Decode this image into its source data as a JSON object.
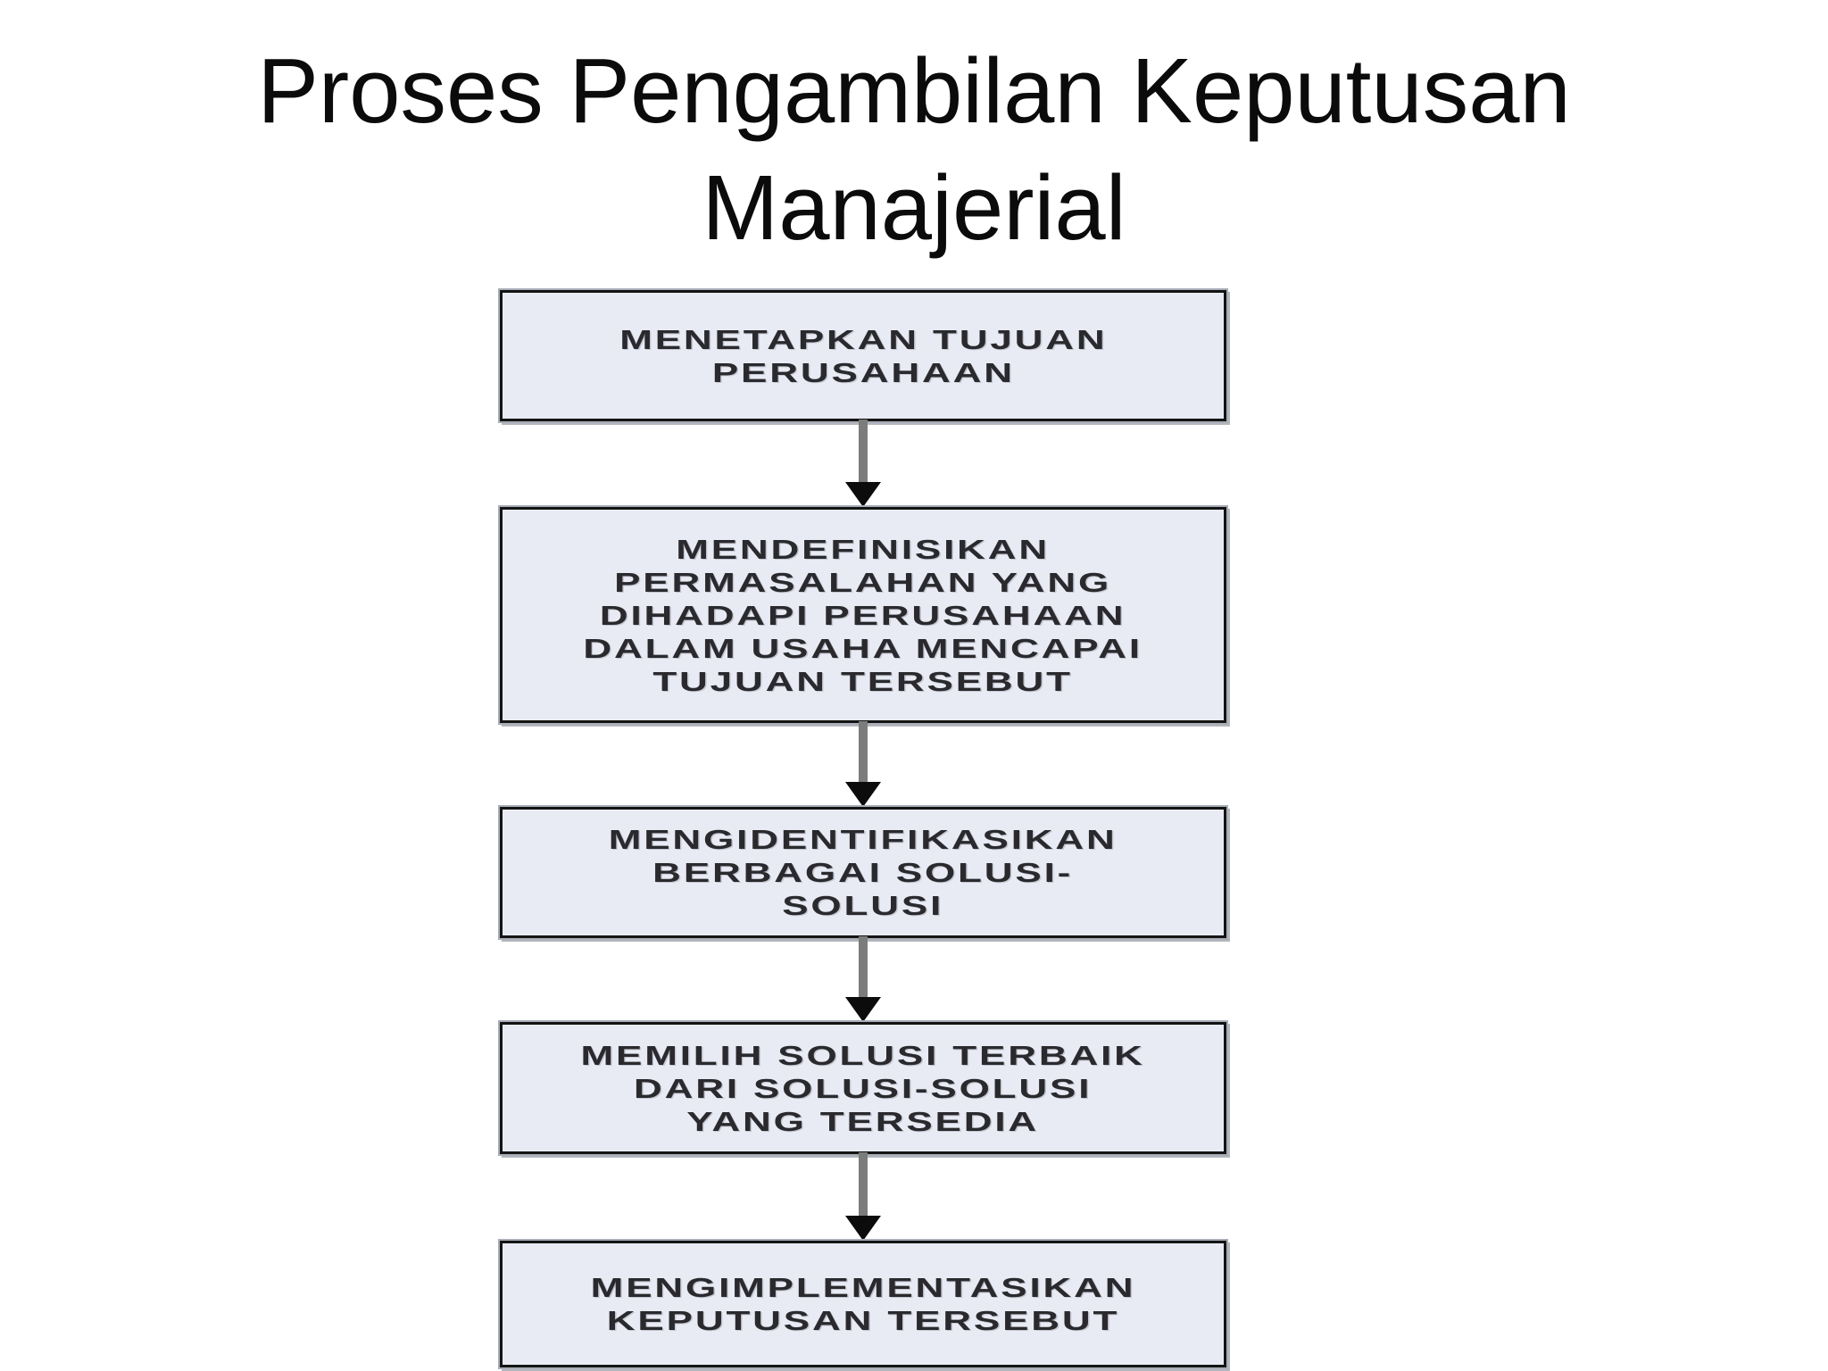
{
  "colors": {
    "page-bg": "#ffffff",
    "title-text": "#0b0b0b",
    "box-fill": "#e8ebf4",
    "box-border": "#141414",
    "box-outline": "#a8adb8",
    "box-text": "#2a2a2e",
    "arrow-stem": "#7c7c7c",
    "arrow-head": "#0c0c0c"
  },
  "slide": {
    "title": "Proses Pengambilan Keputusan\nManajerial"
  },
  "flowchart": {
    "steps": [
      {
        "label": "MENETAPKAN TUJUAN\nPERUSAHAAN"
      },
      {
        "label": "MENDEFINISIKAN\nPERMASALAHAN YANG\nDIHADAPI PERUSAHAAN\nDALAM USAHA MENCAPAI\nTUJUAN TERSEBUT"
      },
      {
        "label": "MENGIDENTIFIKASIKAN\nBERBAGAI SOLUSI-\nSOLUSI"
      },
      {
        "label": "MEMILIH SOLUSI TERBAIK\nDARI SOLUSI-SOLUSI\nYANG TERSEDIA"
      },
      {
        "label": "MENGIMPLEMENTASIKAN\nKEPUTUSAN TERSEBUT"
      }
    ]
  }
}
